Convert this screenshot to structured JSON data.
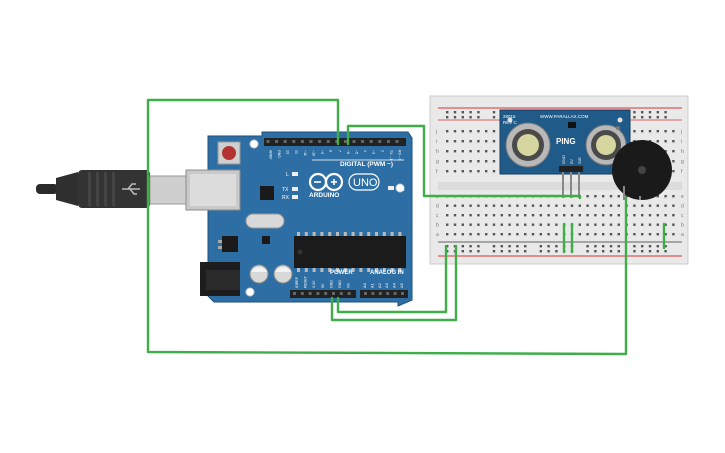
{
  "arduino": {
    "digital_header": "DIGITAL (PWM ~)",
    "brand": "ARDUINO",
    "model": "UNO",
    "on_label": "ON",
    "led_l": "L",
    "led_tx": "TX",
    "led_rx": "RX",
    "power_header": "POWER",
    "analog_header": "ANALOG IN",
    "digital_pins": [
      "AREF",
      "GND",
      "13",
      "12",
      "~11",
      "~10",
      "~9",
      "8",
      "7",
      "~6",
      "~5",
      "4",
      "~3",
      "2",
      "TX→1",
      "RX←0"
    ],
    "power_pins": [
      "IOREF",
      "RESET",
      "3.3V",
      "5V",
      "GND",
      "GND",
      "Vin"
    ],
    "analog_pins": [
      "A0",
      "A1",
      "A2",
      "A3",
      "A4",
      "A5"
    ]
  },
  "sensor": {
    "maker": "WWW.PARALLAX.COM",
    "part": "28015",
    "rev": "REV C",
    "name": "PING",
    "pins": [
      "GND",
      "5V",
      "SIG"
    ]
  },
  "breadboard": {
    "row_letters_top": [
      "j",
      "i",
      "h",
      "g",
      "f"
    ],
    "row_letters_bottom": [
      "e",
      "d",
      "c",
      "b",
      "a"
    ]
  },
  "colors": {
    "board": "#2d6fa5",
    "wire": "#3fae49",
    "breadboard": "#e9e9e9",
    "sensor": "#1f5a88",
    "buzzer": "#1a1a1a"
  }
}
